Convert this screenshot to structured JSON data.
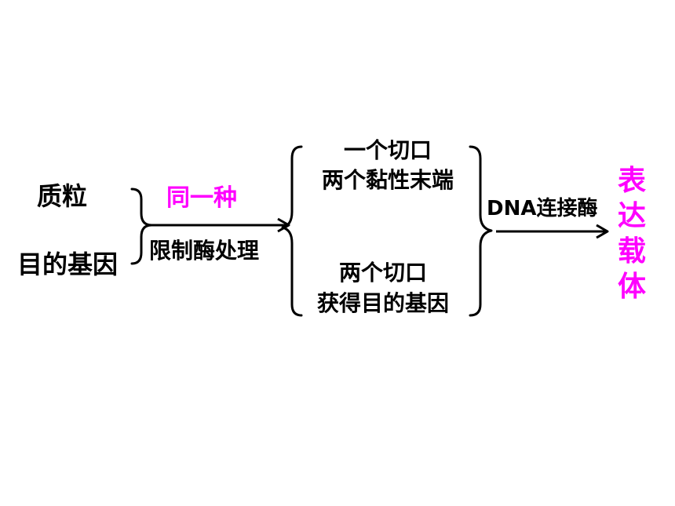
{
  "inputs": {
    "plasmid": "质粒",
    "target_gene": "目的基因"
  },
  "step1": {
    "top": "同一种",
    "bottom": "限制酶处理"
  },
  "outcomes": {
    "plasmid_line1": "一个切口",
    "plasmid_line2": "两个黏性末端",
    "gene_line1": "两个切口",
    "gene_line2": "获得目的基因"
  },
  "step2": {
    "label": "DNA连接酶"
  },
  "product": {
    "chars": [
      "表",
      "达",
      "载",
      "体"
    ]
  },
  "colors": {
    "highlight": "#ff00ff",
    "text": "#000000"
  }
}
